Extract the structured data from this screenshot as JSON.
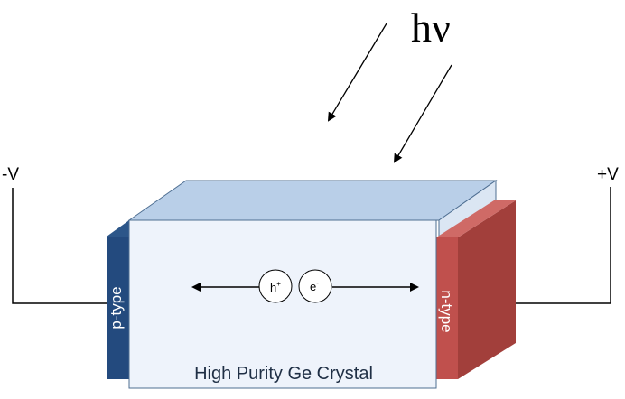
{
  "photon_label": "hν",
  "voltage": {
    "negative": "-V",
    "positive": "+V"
  },
  "regions": {
    "p_label": "p-type",
    "n_label": "n-type"
  },
  "crystal_label": "High Purity Ge Crystal",
  "carriers": {
    "hole": "h",
    "hole_sup": "+",
    "electron": "e",
    "electron_sup": "-"
  },
  "colors": {
    "crystal_front": "#eef3fb",
    "crystal_top": "#b9cfe8",
    "crystal_side": "#dbe6f3",
    "p_type": "#234a7e",
    "n_type": "#c0504d",
    "n_type_side": "#a23f3b",
    "edge": "#4f6f92",
    "line": "#000000"
  }
}
